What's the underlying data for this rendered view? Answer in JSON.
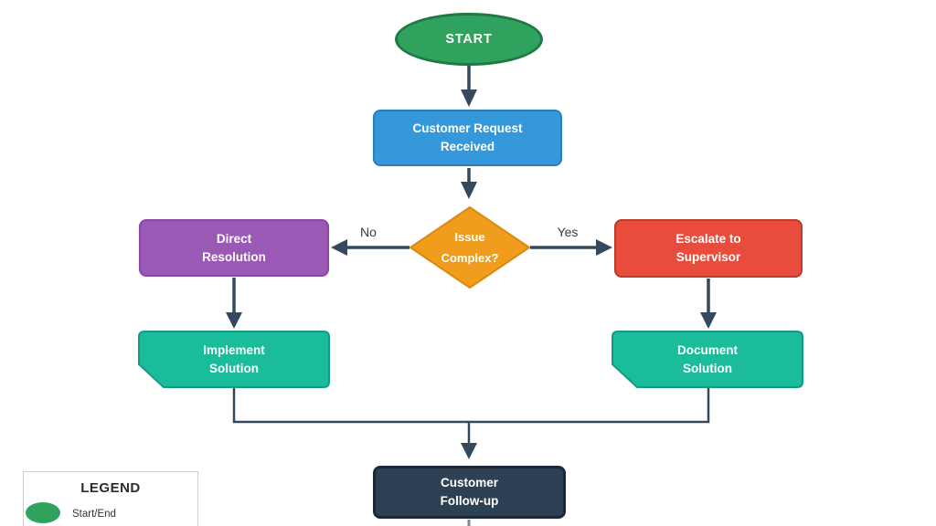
{
  "nodes": {
    "start": {
      "label": "START",
      "shape": "ellipse",
      "fill": "#2FA25D",
      "border": "#1E7A45"
    },
    "request": {
      "line1": "Customer Request",
      "line2": "Received",
      "shape": "rounded-rect",
      "fill": "#3498DB",
      "border": "#2980B9"
    },
    "decision": {
      "line1": "Issue",
      "line2": "Complex?",
      "shape": "diamond",
      "fill": "#F09C1C",
      "border": "#D98A10"
    },
    "direct": {
      "line1": "Direct",
      "line2": "Resolution",
      "shape": "rounded-rect",
      "fill": "#9B59B6",
      "border": "#8E44AD"
    },
    "escalate": {
      "line1": "Escalate to",
      "line2": "Supervisor",
      "shape": "rounded-rect",
      "fill": "#E74C3C",
      "border": "#C0392B"
    },
    "implement": {
      "line1": "Implement",
      "line2": "Solution",
      "shape": "card-cut-corner",
      "fill": "#1ABC9C",
      "border": "#149A82"
    },
    "document": {
      "line1": "Document",
      "line2": "Solution",
      "shape": "card-cut-corner",
      "fill": "#1ABC9C",
      "border": "#149A82"
    },
    "followup": {
      "line1": "Customer",
      "line2": "Follow-up",
      "shape": "rounded-rect",
      "fill": "#2E4053",
      "border": "#1B2838"
    }
  },
  "edges": {
    "no_label": "No",
    "yes_label": "Yes",
    "line_color": "#34495E"
  },
  "legend": {
    "title": "LEGEND",
    "items": [
      {
        "label": "Start/End",
        "swatch_shape": "ellipse",
        "swatch_color": "#2FA25D"
      }
    ]
  }
}
